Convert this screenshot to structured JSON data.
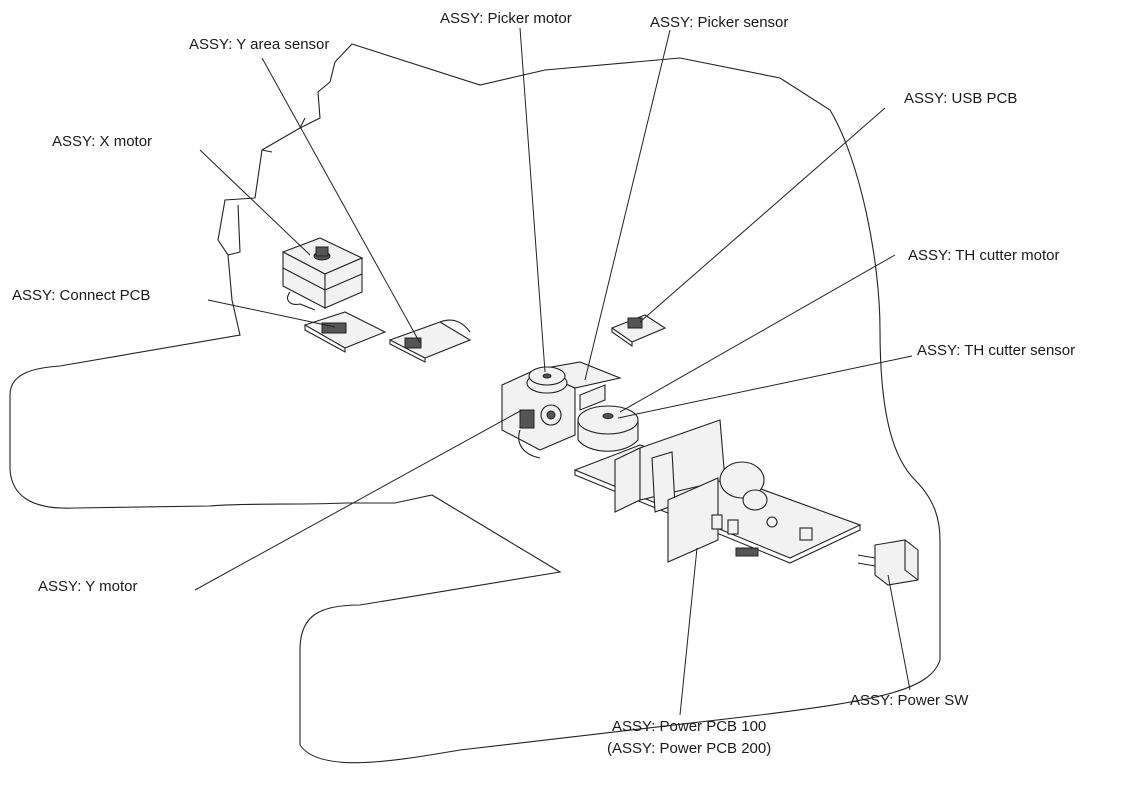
{
  "labels": {
    "y_area_sensor": "ASSY: Y area sensor",
    "picker_motor": "ASSY: Picker motor",
    "picker_sensor": "ASSY: Picker sensor",
    "usb_pcb": "ASSY: USB PCB",
    "x_motor": "ASSY: X motor",
    "th_cutter_motor": "ASSY: TH cutter motor",
    "connect_pcb": "ASSY: Connect PCB",
    "th_cutter_sensor": "ASSY: TH cutter sensor",
    "y_motor": "ASSY: Y motor",
    "power_sw": "ASSY: Power SW",
    "power_pcb_100": "ASSY: Power PCB 100",
    "power_pcb_200": "(ASSY: Power PCB 200)"
  }
}
